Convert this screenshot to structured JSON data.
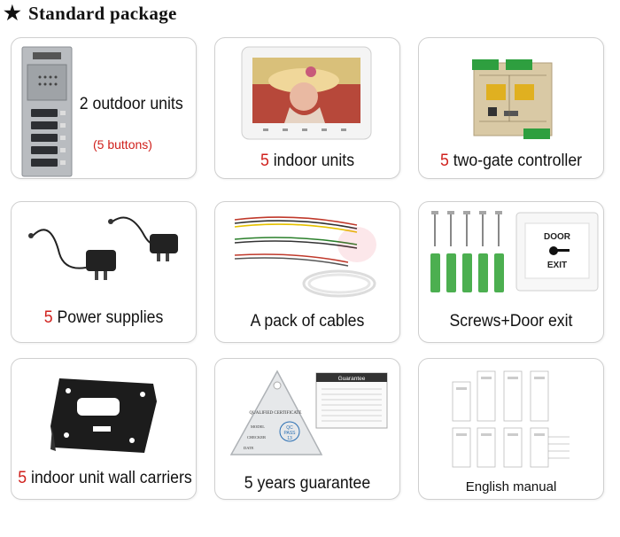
{
  "header": {
    "bullet": "★",
    "title": "Standard package"
  },
  "colors": {
    "accent_red": "#d0201c",
    "border": "#cfcfcf"
  },
  "items": [
    {
      "name": "outdoor units",
      "num": "",
      "text": "2 outdoor units",
      "sub": "(5 buttons)"
    },
    {
      "name": "indoor units",
      "num": "5",
      "text": " indoor units"
    },
    {
      "name": "two-gate controller",
      "num": "5",
      "text": " two-gate controller"
    },
    {
      "name": "power supplies",
      "num": "5",
      "text": " Power supplies"
    },
    {
      "name": "cables",
      "num": "",
      "text": "A pack of cables"
    },
    {
      "name": "screws door exit",
      "num": "",
      "text": "Screws+Door exit",
      "door_top": "DOOR",
      "door_bottom": "EXIT"
    },
    {
      "name": "wall carriers",
      "num": "5",
      "text": " indoor unit wall carriers"
    },
    {
      "name": "guarantee",
      "num": "",
      "text": "5 years guarantee",
      "card_title": "Guarantee",
      "cert_title": "QUALIFIED CERTIFICATE",
      "seal_top": "QC",
      "seal_mid": "PASS",
      "seal_num": "13",
      "model": "MODEL",
      "checker": "CHECKER",
      "date": "DATE"
    },
    {
      "name": "manual",
      "num": "",
      "text": "English manual"
    }
  ]
}
